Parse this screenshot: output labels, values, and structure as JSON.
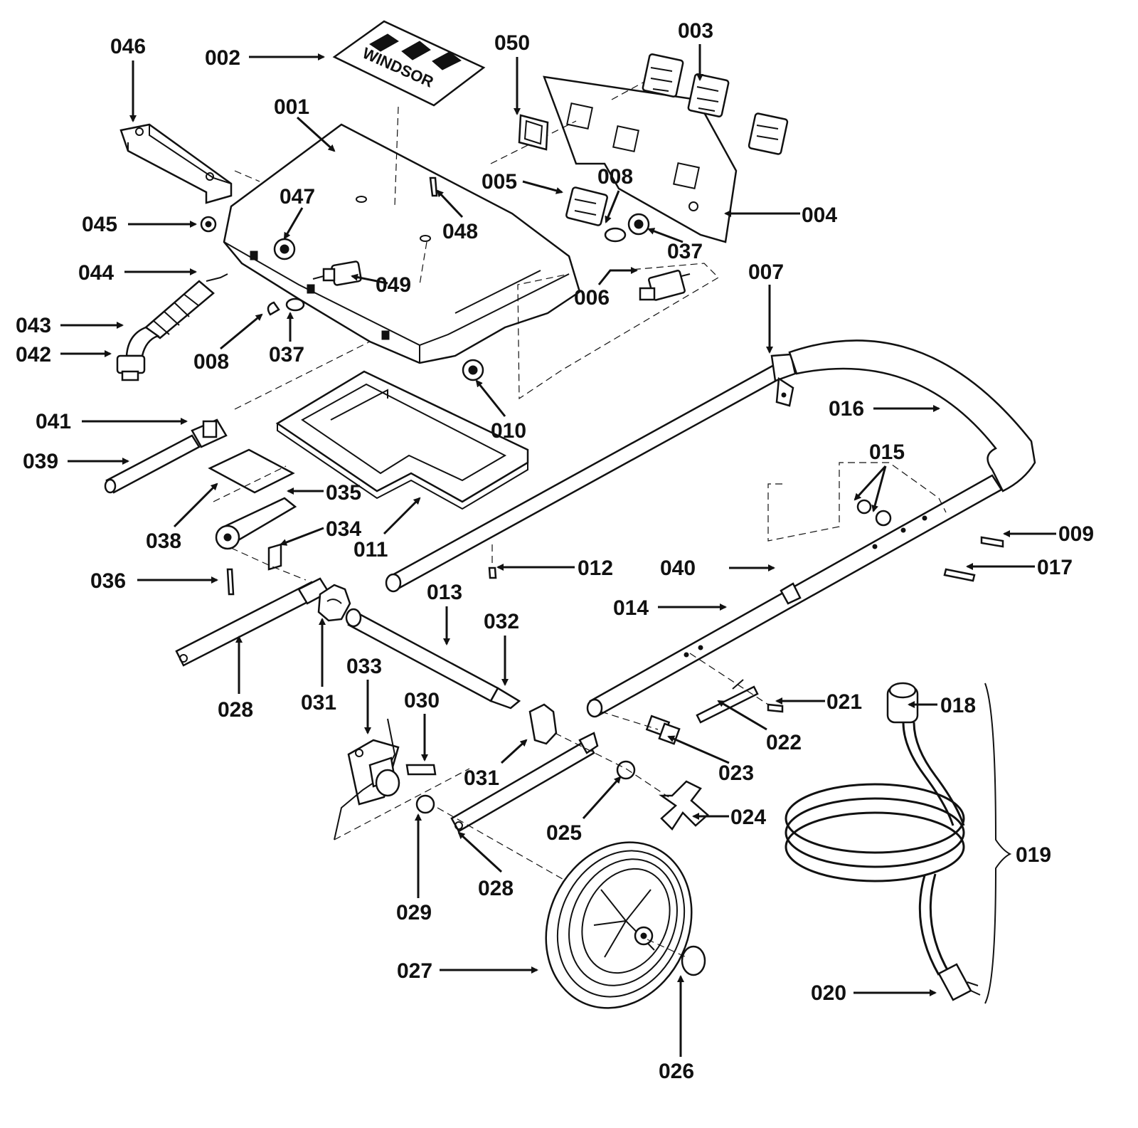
{
  "logo": {
    "text": "WINDSOR"
  },
  "callouts": [
    {
      "id": "046",
      "label": "046"
    },
    {
      "id": "002",
      "label": "002"
    },
    {
      "id": "050",
      "label": "050"
    },
    {
      "id": "003",
      "label": "003"
    },
    {
      "id": "001",
      "label": "001"
    },
    {
      "id": "047",
      "label": "047"
    },
    {
      "id": "045",
      "label": "045"
    },
    {
      "id": "048",
      "label": "048"
    },
    {
      "id": "005",
      "label": "005"
    },
    {
      "id": "008a",
      "label": "008"
    },
    {
      "id": "004",
      "label": "004"
    },
    {
      "id": "037a",
      "label": "037"
    },
    {
      "id": "044",
      "label": "044"
    },
    {
      "id": "049",
      "label": "049"
    },
    {
      "id": "006",
      "label": "006"
    },
    {
      "id": "007",
      "label": "007"
    },
    {
      "id": "043",
      "label": "043"
    },
    {
      "id": "042",
      "label": "042"
    },
    {
      "id": "008b",
      "label": "008"
    },
    {
      "id": "037b",
      "label": "037"
    },
    {
      "id": "041",
      "label": "041"
    },
    {
      "id": "010",
      "label": "010"
    },
    {
      "id": "016",
      "label": "016"
    },
    {
      "id": "039",
      "label": "039"
    },
    {
      "id": "015",
      "label": "015"
    },
    {
      "id": "035",
      "label": "035"
    },
    {
      "id": "038",
      "label": "038"
    },
    {
      "id": "034",
      "label": "034"
    },
    {
      "id": "011",
      "label": "011"
    },
    {
      "id": "009",
      "label": "009"
    },
    {
      "id": "036",
      "label": "036"
    },
    {
      "id": "012",
      "label": "012"
    },
    {
      "id": "040",
      "label": "040"
    },
    {
      "id": "017",
      "label": "017"
    },
    {
      "id": "013",
      "label": "013"
    },
    {
      "id": "014",
      "label": "014"
    },
    {
      "id": "032",
      "label": "032"
    },
    {
      "id": "028a",
      "label": "028"
    },
    {
      "id": "031a",
      "label": "031"
    },
    {
      "id": "033",
      "label": "033"
    },
    {
      "id": "030",
      "label": "030"
    },
    {
      "id": "021",
      "label": "021"
    },
    {
      "id": "018",
      "label": "018"
    },
    {
      "id": "022",
      "label": "022"
    },
    {
      "id": "031b",
      "label": "031"
    },
    {
      "id": "023",
      "label": "023"
    },
    {
      "id": "024",
      "label": "024"
    },
    {
      "id": "025",
      "label": "025"
    },
    {
      "id": "019",
      "label": "019"
    },
    {
      "id": "028b",
      "label": "028"
    },
    {
      "id": "029",
      "label": "029"
    },
    {
      "id": "027",
      "label": "027"
    },
    {
      "id": "020",
      "label": "020"
    },
    {
      "id": "026",
      "label": "026"
    }
  ]
}
